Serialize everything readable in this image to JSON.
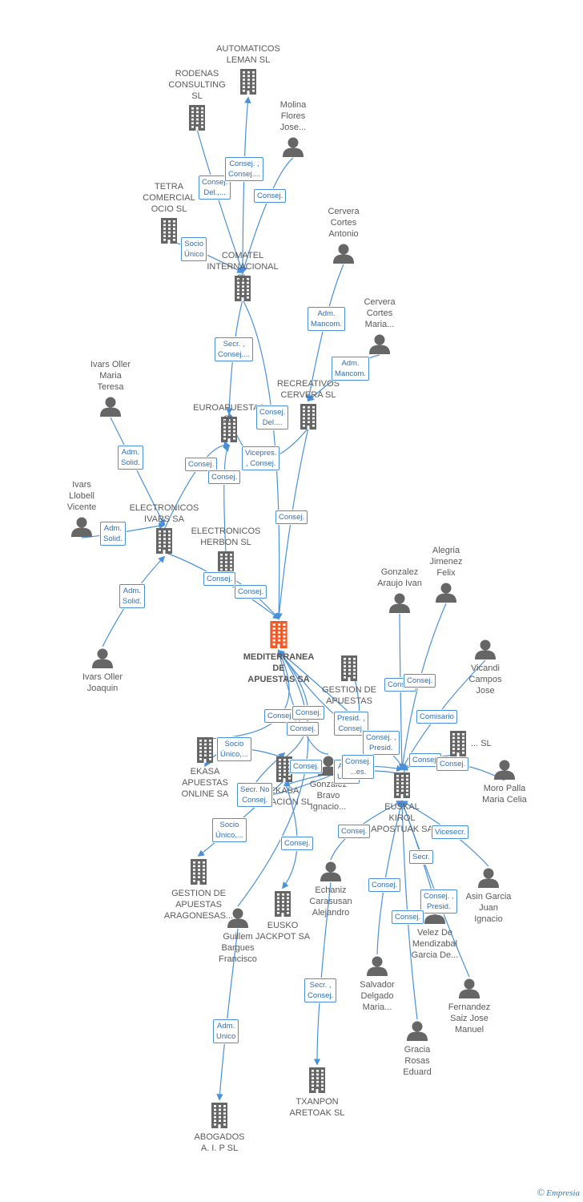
{
  "colors": {
    "edge": "#4a90d9",
    "icon": "#666666",
    "central": "#f05a28",
    "text": "#5a5a5a"
  },
  "nodes": [
    {
      "id": "automaticos",
      "type": "company",
      "label": "AUTOMATICOS\nLEMAN SL"
    },
    {
      "id": "rodenas",
      "type": "company",
      "label": "RODENAS\nCONSULTING\nSL"
    },
    {
      "id": "molina",
      "type": "person",
      "label": "Molina\nFlores\nJose..."
    },
    {
      "id": "tetra",
      "type": "company",
      "label": "TETRA\nCOMERCIAL\nOCIO SL"
    },
    {
      "id": "comatel",
      "type": "company",
      "label": "COMATEL\nINTERNACIONAL SL"
    },
    {
      "id": "cervera_antonio",
      "type": "person",
      "label": "Cervera\nCortes\nAntonio"
    },
    {
      "id": "cervera_maria",
      "type": "person",
      "label": "Cervera\nCortes\nMaria..."
    },
    {
      "id": "recreativos",
      "type": "company",
      "label": "RECREATIVOS\nCERVERA SL"
    },
    {
      "id": "ivars_maria",
      "type": "person",
      "label": "Ivars Oller\nMaria\nTeresa"
    },
    {
      "id": "euroapuestas",
      "type": "company",
      "label": "EUROAPUESTAS SL"
    },
    {
      "id": "ivars_llobell",
      "type": "person",
      "label": "Ivars\nLlobell\nVicente"
    },
    {
      "id": "electronicos_ivars",
      "type": "company",
      "label": "ELECTRONICOS\nIVARS SA"
    },
    {
      "id": "electronicos_herbon",
      "type": "company",
      "label": "ELECTRONICOS\nHERBON  SL"
    },
    {
      "id": "ivars_joaquin",
      "type": "person",
      "label": "Ivars Oller\nJoaquin"
    },
    {
      "id": "mediterranea",
      "type": "central",
      "label": "MEDITERRANEA\nDE\nAPUESTAS SA"
    },
    {
      "id": "gonzalez_araujo",
      "type": "person",
      "label": "Gonzalez\nAraujo Ivan"
    },
    {
      "id": "alegria",
      "type": "person",
      "label": "Alegria\nJimenez\nFelix"
    },
    {
      "id": "vicandi",
      "type": "person",
      "label": "Vicandi\nCampos\nJose"
    },
    {
      "id": "gestion_apuestas",
      "type": "company",
      "label": "GESTION DE\nAPUESTAS\n..."
    },
    {
      "id": "moro_palla",
      "type": "person",
      "label": "Moro Palla\nMaria Celia"
    },
    {
      "id": "ekasa_online",
      "type": "company",
      "label": "EKASA\nAPUESTAS\nONLINE SA"
    },
    {
      "id": "ekasa",
      "type": "company",
      "label": "EKASA\n...CACION SL"
    },
    {
      "id": "gonzalez_bravo",
      "type": "person",
      "label": "Gonzalez\nBravo\nIgnacio..."
    },
    {
      "id": "euskal_kirol",
      "type": "company",
      "label": "EUSKAL\nKIROL\nAPOSTUAK SA"
    },
    {
      "id": "mas_sl",
      "type": "company",
      "label": "... SL"
    },
    {
      "id": "gestion_aragonesas",
      "type": "company",
      "label": "GESTION DE\nAPUESTAS\nARAGONESAS..."
    },
    {
      "id": "echaniz",
      "type": "person",
      "label": "Echaniz\nCarasusan\nAlejandro"
    },
    {
      "id": "eusko_jackpot",
      "type": "company",
      "label": "EUSKO\nJACKPOT SA"
    },
    {
      "id": "guillem",
      "type": "person",
      "label": "Guillem\nBargues\nFrancisco"
    },
    {
      "id": "asin_garcia",
      "type": "person",
      "label": "Asin Garcia\nJuan\nIgnacio"
    },
    {
      "id": "velez",
      "type": "person",
      "label": "Velez De\nMendizabal\nGarcia De..."
    },
    {
      "id": "salvador",
      "type": "person",
      "label": "Salvador\nDelgado\nMaria..."
    },
    {
      "id": "fernandez",
      "type": "person",
      "label": "Fernandez\nSaiz Jose\nManuel"
    },
    {
      "id": "gracia",
      "type": "person",
      "label": "Gracia\nRosas\nEduard"
    },
    {
      "id": "txanpon",
      "type": "company",
      "label": "TXANPON\nARETOAK SL"
    },
    {
      "id": "abogados",
      "type": "company",
      "label": "ABOGADOS\nA. I. P SL"
    }
  ],
  "edges": [
    {
      "from": "rodenas",
      "to": "comatel",
      "label": "Consej.\nDel.,..."
    },
    {
      "from": "comatel",
      "to": "automaticos",
      "label": "Consej. ,\nConsej...."
    },
    {
      "from": "molina",
      "to": "comatel",
      "label": "Consej."
    },
    {
      "from": "tetra",
      "to": "comatel",
      "label": "Socio\nÚnico"
    },
    {
      "from": "cervera_antonio",
      "to": "recreativos",
      "label": "Adm.\nMancom."
    },
    {
      "from": "cervera_maria",
      "to": "recreativos",
      "label": "Adm.\nMancom."
    },
    {
      "from": "comatel",
      "to": "euroapuestas",
      "label": "Secr. ,\nConsej...."
    },
    {
      "from": "comatel",
      "to": "mediterranea",
      "label": "Consej.\nDel...."
    },
    {
      "from": "ivars_maria",
      "to": "electronicos_ivars",
      "label": "Adm.\nSolid."
    },
    {
      "from": "electronicos_ivars",
      "to": "euroapuestas",
      "label": "Consej."
    },
    {
      "from": "electronicos_herbon",
      "to": "euroapuestas",
      "label": "Consej."
    },
    {
      "from": "recreativos",
      "to": "euroapuestas",
      "label": "Vicepres.\n, Consej."
    },
    {
      "from": "recreativos",
      "to": "mediterranea",
      "label": "Consej."
    },
    {
      "from": "ivars_llobell",
      "to": "electronicos_ivars",
      "label": "Adm.\nSolid."
    },
    {
      "from": "ivars_joaquin",
      "to": "electronicos_ivars",
      "label": "Adm.\nSolid."
    },
    {
      "from": "electronicos_ivars",
      "to": "mediterranea",
      "label": "Consej."
    },
    {
      "from": "electronicos_herbon",
      "to": "mediterranea",
      "label": "Consej."
    },
    {
      "from": "gonzalez_araujo",
      "to": "euskal_kirol",
      "label": "Consej."
    },
    {
      "from": "alegria",
      "to": "euskal_kirol",
      "label": "Consej."
    },
    {
      "from": "vicandi",
      "to": "euskal_kirol",
      "label": "Comisario"
    },
    {
      "from": "gestion_apuestas",
      "to": "mediterranea",
      "label": "Presid. ,\nConsej."
    },
    {
      "from": "ekasa_online",
      "to": "mediterranea",
      "label": "Consej."
    },
    {
      "from": "ekasa",
      "to": "mediterranea",
      "label": "Consej."
    },
    {
      "from": "gonzalez_bravo",
      "to": "mediterranea",
      "label": "Consej."
    },
    {
      "from": "euskal_kirol",
      "to": "mediterranea",
      "label": "Consej. ,\nPresid."
    },
    {
      "from": "mas_sl",
      "to": "euskal_kirol",
      "label": "Consej."
    },
    {
      "from": "moro_palla",
      "to": "euskal_kirol",
      "label": "Consej."
    },
    {
      "from": "ekasa",
      "to": "ekasa_online",
      "label": "Socio\nÚnico,..."
    },
    {
      "from": "ekasa",
      "to": "gestion_aragonesas",
      "label": "Socio\nÚnico,..."
    },
    {
      "from": "gonzalez_bravo",
      "to": "ekasa",
      "label": "Secr. No\nConsej."
    },
    {
      "from": "euskal_kirol",
      "to": "ekasa",
      "label": "Adm.\nUnico"
    },
    {
      "from": "ekasa",
      "to": "eusko_jackpot",
      "label": "Consej."
    },
    {
      "from": "gonzalez_bravo",
      "to": "euskal_kirol",
      "label": "Consej.\n...es."
    },
    {
      "from": "echaniz",
      "to": "euskal_kirol",
      "label": "Consej."
    },
    {
      "from": "asin_garcia",
      "to": "euskal_kirol",
      "label": "Vicesecr."
    },
    {
      "from": "velez",
      "to": "euskal_kirol",
      "label": "Secr."
    },
    {
      "from": "salvador",
      "to": "euskal_kirol",
      "label": "Consej."
    },
    {
      "from": "fernandez",
      "to": "euskal_kirol",
      "label": "Consej. ,\nPresid."
    },
    {
      "from": "gracia",
      "to": "euskal_kirol",
      "label": "Consej."
    },
    {
      "from": "guillem",
      "to": "mediterranea",
      "label": "Consej."
    },
    {
      "from": "echaniz",
      "to": "txanpon",
      "label": "Secr. ,\nConsej."
    },
    {
      "from": "guillem",
      "to": "abogados",
      "label": "Adm.\nUnico"
    }
  ],
  "footer": {
    "copyright": "©",
    "brand": "Empresia"
  }
}
